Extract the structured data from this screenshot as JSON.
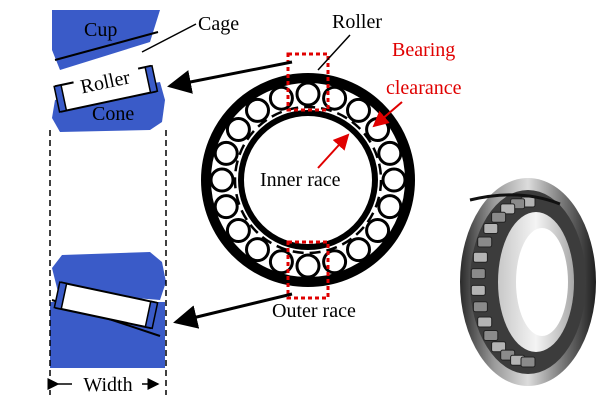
{
  "labels": {
    "cup": "Cup",
    "cage": "Cage",
    "roller_section": "Roller",
    "cone": "Cone",
    "roller_top": "Roller",
    "bearing": "Bearing",
    "clearance": "clearance",
    "inner_race": "Inner race",
    "outer_race": "Outer race",
    "width": "Width"
  },
  "colors": {
    "part_blue": "#3a5bc8",
    "clearance_red": "#e00000",
    "outline": "#000000"
  },
  "roller_count": 20,
  "icons": {
    "bearing_photo": "tapered-roller-bearing-icon"
  }
}
